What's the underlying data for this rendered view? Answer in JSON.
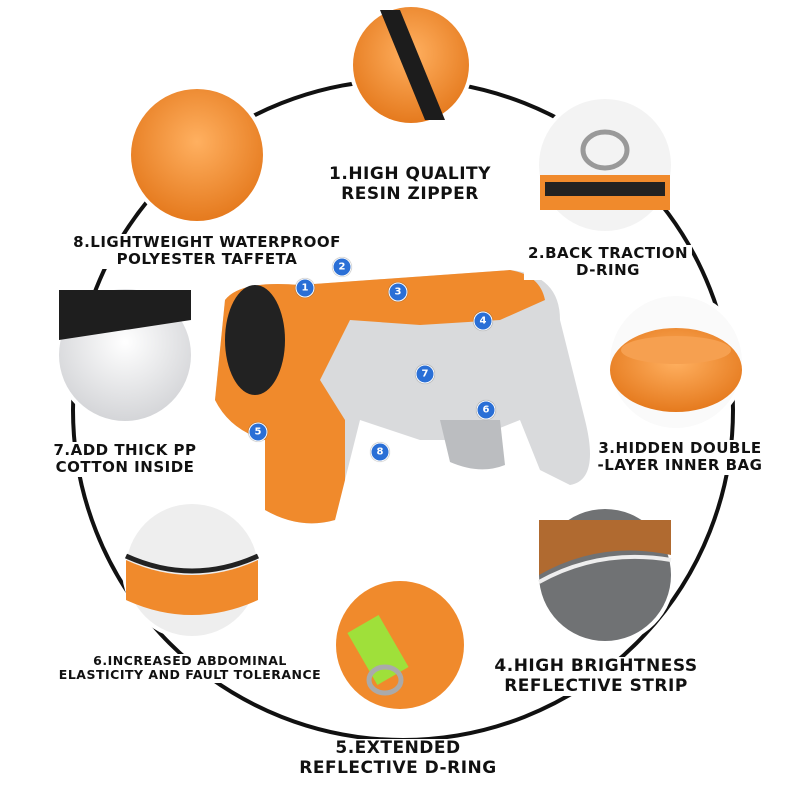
{
  "features": [
    {
      "number": "1",
      "line1": "1.HIGH QUALITY",
      "line2": "RESIN ZIPPER"
    },
    {
      "number": "2",
      "line1": "2.BACK TRACTION",
      "line2": "D-RING"
    },
    {
      "number": "3",
      "line1": "3.HIDDEN DOUBLE",
      "line2": "-LAYER INNER BAG"
    },
    {
      "number": "4",
      "line1": "4.HIGH BRIGHTNESS",
      "line2": "REFLECTIVE STRIP"
    },
    {
      "number": "5",
      "line1": "5.EXTENDED",
      "line2": "REFLECTIVE D-RING"
    },
    {
      "number": "6",
      "line1": "6.INCREASED ABDOMINAL",
      "line2": "ELASTICITY AND FAULT TOLERANCE"
    },
    {
      "number": "7",
      "line1": "7.ADD THICK PP",
      "line2": "COTTON INSIDE"
    },
    {
      "number": "8",
      "line1": "8.LIGHTWEIGHT WATERPROOF",
      "line2": "POLYESTER TAFFETA"
    }
  ],
  "colors": {
    "orange": "#f08a2c",
    "grey": "#d9dadc",
    "badge": "#2a6fd6",
    "ring": "#111111"
  }
}
